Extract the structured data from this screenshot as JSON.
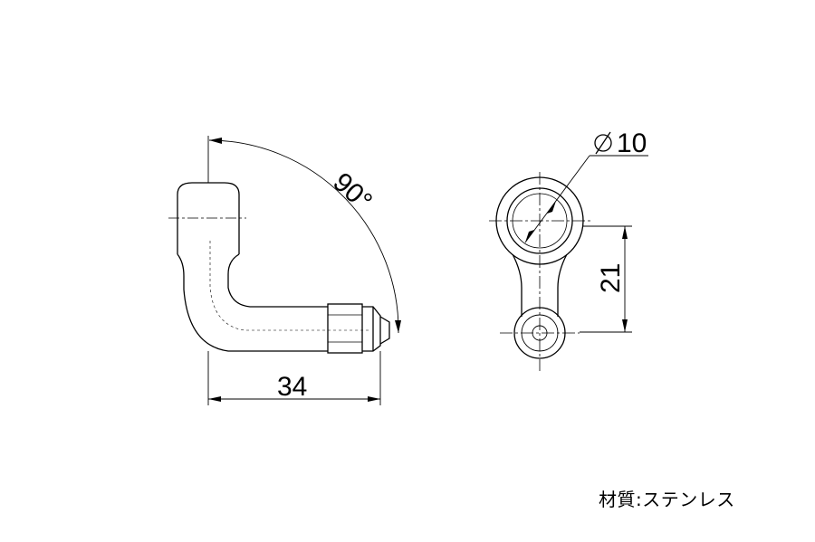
{
  "dimensions": {
    "angle": "90°",
    "length": "34",
    "diameter_symbol": "φ",
    "diameter_value": "10",
    "center_distance": "21"
  },
  "material_note": "材質:ステンレス"
}
